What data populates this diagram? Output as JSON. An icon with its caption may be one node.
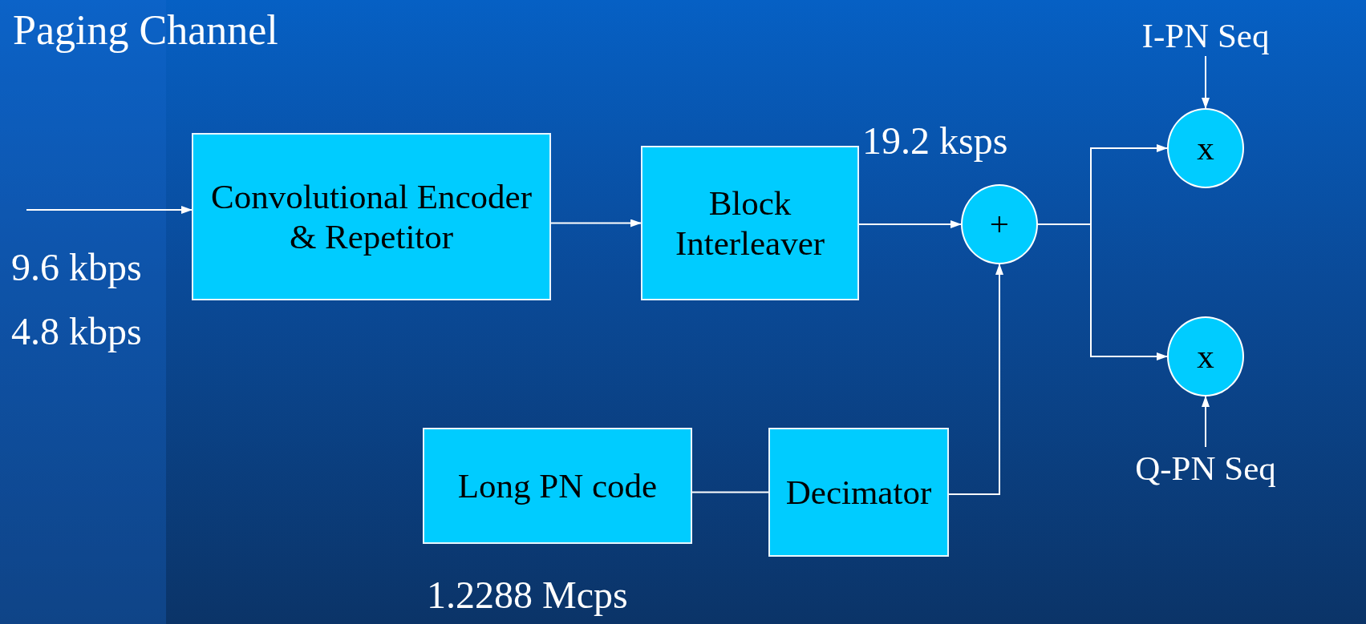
{
  "diagram": {
    "title": "Paging Channel",
    "nodes": [
      {
        "text": [
          "Convolutional Encoder & Repetitor"
        ]
      },
      {
        "text": [
          "Block Interleaver"
        ]
      },
      {
        "text": [
          "+"
        ]
      },
      {
        "text": [
          "x"
        ]
      },
      {
        "text": [
          "x"
        ]
      },
      {
        "text": [
          "Long PN code"
        ],
        "beside": [
          "1.2288 Mcps"
        ]
      },
      {
        "text": [
          "Decimator"
        ]
      },
      {
        "text": [
          "I-PN Seq"
        ]
      },
      {
        "text": [
          "Q-PN Seq"
        ]
      }
    ],
    "edges": [
      {
        "from": null,
        "to": 0,
        "arrow": "to"
      },
      {
        "from": 0,
        "to": 1,
        "arrow": "to"
      },
      {
        "from": 1,
        "to": 2,
        "arrow": "to"
      },
      {
        "from": 5,
        "to": 6,
        "arrow": "none"
      },
      {
        "from": 6,
        "to": 2,
        "arrow": "to"
      },
      {
        "from": 2,
        "to": 3,
        "arrow": "to"
      },
      {
        "from": 2,
        "to": 4,
        "arrow": "to"
      },
      {
        "from": 7,
        "to": 3,
        "arrow": "to"
      },
      {
        "from": 8,
        "to": 4,
        "arrow": "to"
      }
    ],
    "labels": [
      "9.6 kbps",
      "4.8 kbps",
      "19.2 ksps"
    ]
  }
}
